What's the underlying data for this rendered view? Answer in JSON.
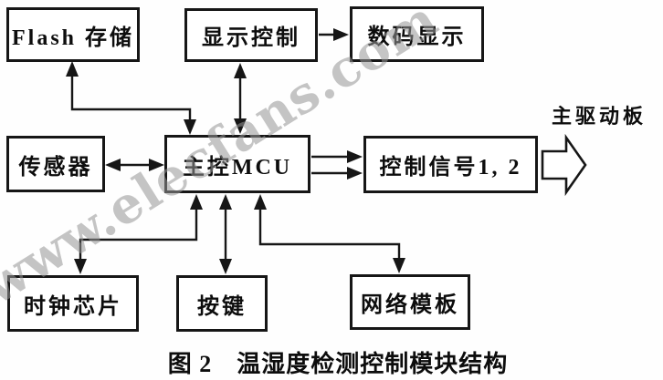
{
  "diagram": {
    "nodes": {
      "flash": {
        "label": "Flash 存储"
      },
      "display_control": {
        "label": "显示控制"
      },
      "digital_display": {
        "label": "数码显示"
      },
      "sensor": {
        "label": "传感器"
      },
      "mcu": {
        "label": "主控MCU"
      },
      "control_signal": {
        "label": "控制信号1, 2"
      },
      "clock_chip": {
        "label": "时钟芯片"
      },
      "keys": {
        "label": "按键"
      },
      "network_module": {
        "label": "网络模板"
      }
    },
    "external_label": "主驱动板",
    "caption": "图 2　温湿度检测控制模块结构",
    "connections": [
      {
        "from": "主控MCU",
        "to": "Flash 存储",
        "type": "bidirectional",
        "route": "up-left-Z"
      },
      {
        "from": "主控MCU",
        "to": "显示控制",
        "type": "bidirectional",
        "route": "vertical"
      },
      {
        "from": "显示控制",
        "to": "数码显示",
        "type": "unidirectional",
        "route": "horizontal"
      },
      {
        "from": "传感器",
        "to": "主控MCU",
        "type": "bidirectional",
        "route": "horizontal"
      },
      {
        "from": "主控MCU",
        "to": "控制信号1, 2",
        "type": "unidirectional-double-line",
        "route": "horizontal"
      },
      {
        "from": "控制信号1, 2",
        "to": "主驱动板",
        "type": "hollow-block-arrow",
        "route": "horizontal"
      },
      {
        "from": "主控MCU",
        "to": "时钟芯片",
        "type": "bidirectional",
        "route": "down-left-Z"
      },
      {
        "from": "主控MCU",
        "to": "按键",
        "type": "bidirectional",
        "route": "vertical"
      },
      {
        "from": "主控MCU",
        "to": "网络模板",
        "type": "bidirectional",
        "route": "down-right-Z"
      }
    ]
  },
  "watermark": {
    "text": "www.elecfans.com"
  },
  "colors": {
    "line": "#161616",
    "box_fill": "#ffffff",
    "bg": "#fefefe",
    "watermark": "#969696"
  }
}
